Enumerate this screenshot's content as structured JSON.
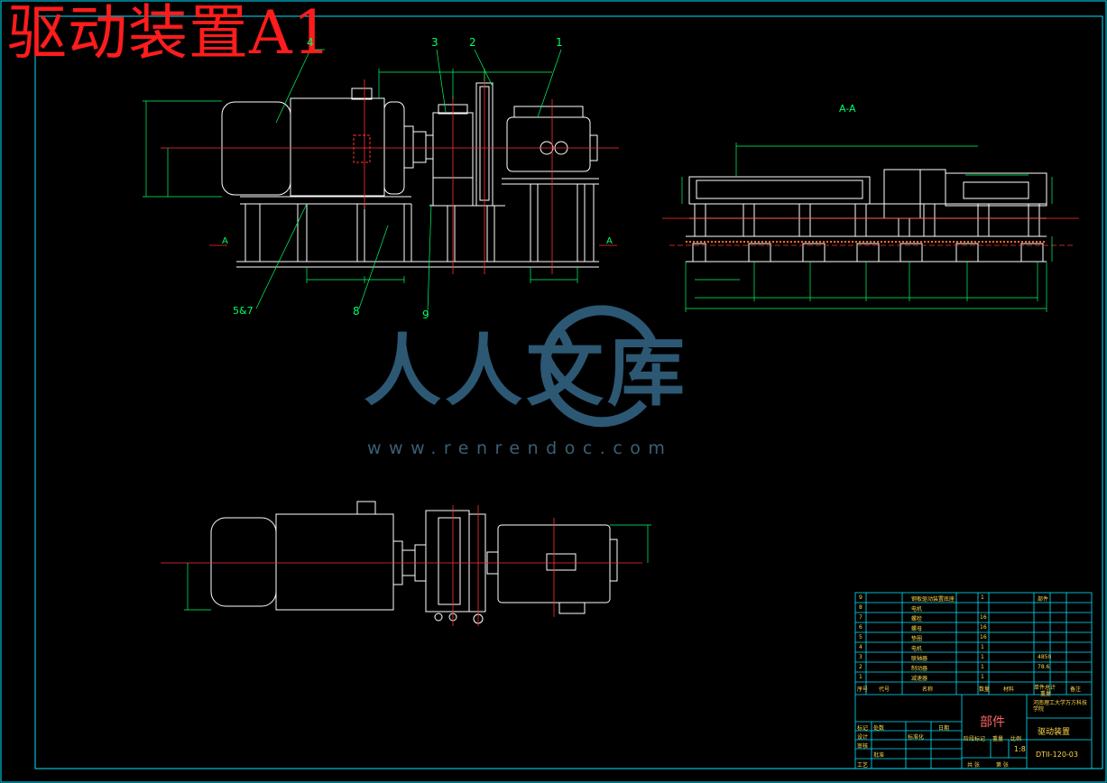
{
  "title": "驱动装置A1",
  "section_label": "A-A",
  "watermark": {
    "cn": "人人文库",
    "url": "www.renrendoc.com"
  },
  "part_numbers": [
    "1",
    "2",
    "3",
    "4",
    "5&7",
    "8",
    "9"
  ],
  "view_markers": [
    "A",
    "A"
  ],
  "title_block": {
    "part_type": "部件",
    "drawing_name": "驱动装置",
    "drawing_no": "DTII-120-03",
    "scale": "1:8",
    "school": "河南理工大学万方科技学院",
    "headers": {
      "seq": "序号",
      "code": "代号",
      "name": "名称",
      "qty": "数量",
      "material": "材料",
      "single_total": "单件总计",
      "weight": "重量",
      "remark": "备注"
    },
    "bottom_rows": [
      "标记",
      "设计",
      "审核",
      "工艺"
    ],
    "bottom_labels": [
      "处数",
      "标准化",
      "批准",
      "日期",
      "阶段标记",
      "重量",
      "比例",
      "共 张",
      "第 张"
    ],
    "rows": [
      {
        "seq": "9",
        "code": "",
        "name": "钢板驱动装置底座",
        "qty": "1",
        "material": "",
        "remark": "部件"
      },
      {
        "seq": "8",
        "code": "",
        "name": "电机",
        "qty": "",
        "material": "",
        "remark": ""
      },
      {
        "seq": "7",
        "code": "",
        "name": "螺栓",
        "qty": "16",
        "material": "",
        "remark": ""
      },
      {
        "seq": "6",
        "code": "",
        "name": "螺母",
        "qty": "16",
        "material": "",
        "remark": ""
      },
      {
        "seq": "5",
        "code": "",
        "name": "垫圈",
        "qty": "16",
        "material": "",
        "remark": ""
      },
      {
        "seq": "4",
        "code": "",
        "name": "电机",
        "qty": "1",
        "material": "",
        "remark": ""
      },
      {
        "seq": "3",
        "code": "",
        "name": "联轴器",
        "qty": "1",
        "material": "",
        "remark": "4850"
      },
      {
        "seq": "2",
        "code": "",
        "name": "制动器",
        "qty": "1",
        "material": "",
        "remark": "78.6"
      },
      {
        "seq": "1",
        "code": "",
        "name": "减速器",
        "qty": "1",
        "material": "",
        "remark": ""
      }
    ]
  },
  "colors": {
    "background": "#000000",
    "frame": "#00e5ff",
    "outline": "#ffffff",
    "centerline": "#ff3030",
    "dimension": "#00ff66",
    "leader": "#00ff66",
    "yellow_text": "#ffd84a",
    "title_red": "#ff1c1c",
    "watermark": "#2c5873"
  }
}
